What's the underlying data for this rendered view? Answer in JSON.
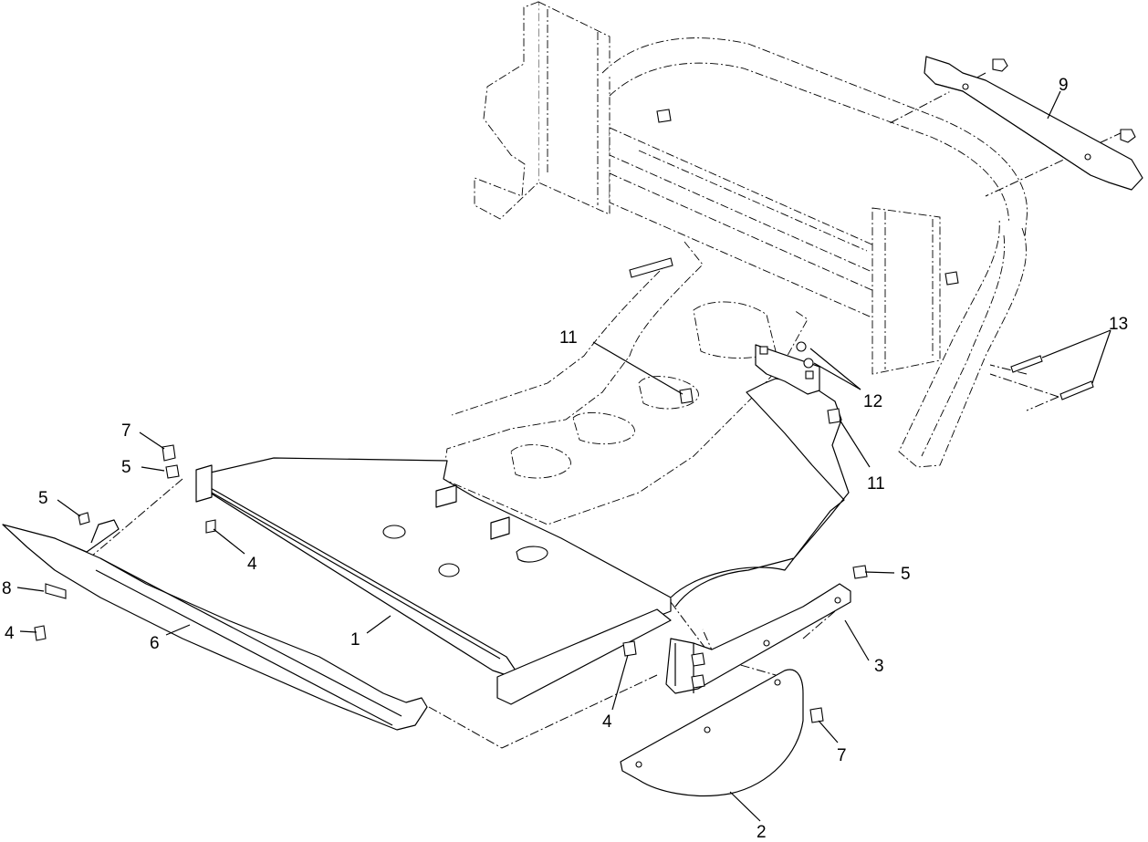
{
  "figure": {
    "callouts": [
      {
        "id": "callout-1",
        "label": "1"
      },
      {
        "id": "callout-2",
        "label": "2"
      },
      {
        "id": "callout-3",
        "label": "3"
      },
      {
        "id": "callout-4-left",
        "label": "4"
      },
      {
        "id": "callout-4-upper",
        "label": "4"
      },
      {
        "id": "callout-4-lower",
        "label": "4"
      },
      {
        "id": "callout-5-left",
        "label": "5"
      },
      {
        "id": "callout-5-upper",
        "label": "5"
      },
      {
        "id": "callout-5-right",
        "label": "5"
      },
      {
        "id": "callout-6",
        "label": "6"
      },
      {
        "id": "callout-7-left",
        "label": "7"
      },
      {
        "id": "callout-7-right",
        "label": "7"
      },
      {
        "id": "callout-8",
        "label": "8"
      },
      {
        "id": "callout-9",
        "label": "9"
      },
      {
        "id": "callout-11-upper",
        "label": "11"
      },
      {
        "id": "callout-11-lower",
        "label": "11"
      },
      {
        "id": "callout-12",
        "label": "12"
      },
      {
        "id": "callout-13",
        "label": "13"
      }
    ]
  }
}
